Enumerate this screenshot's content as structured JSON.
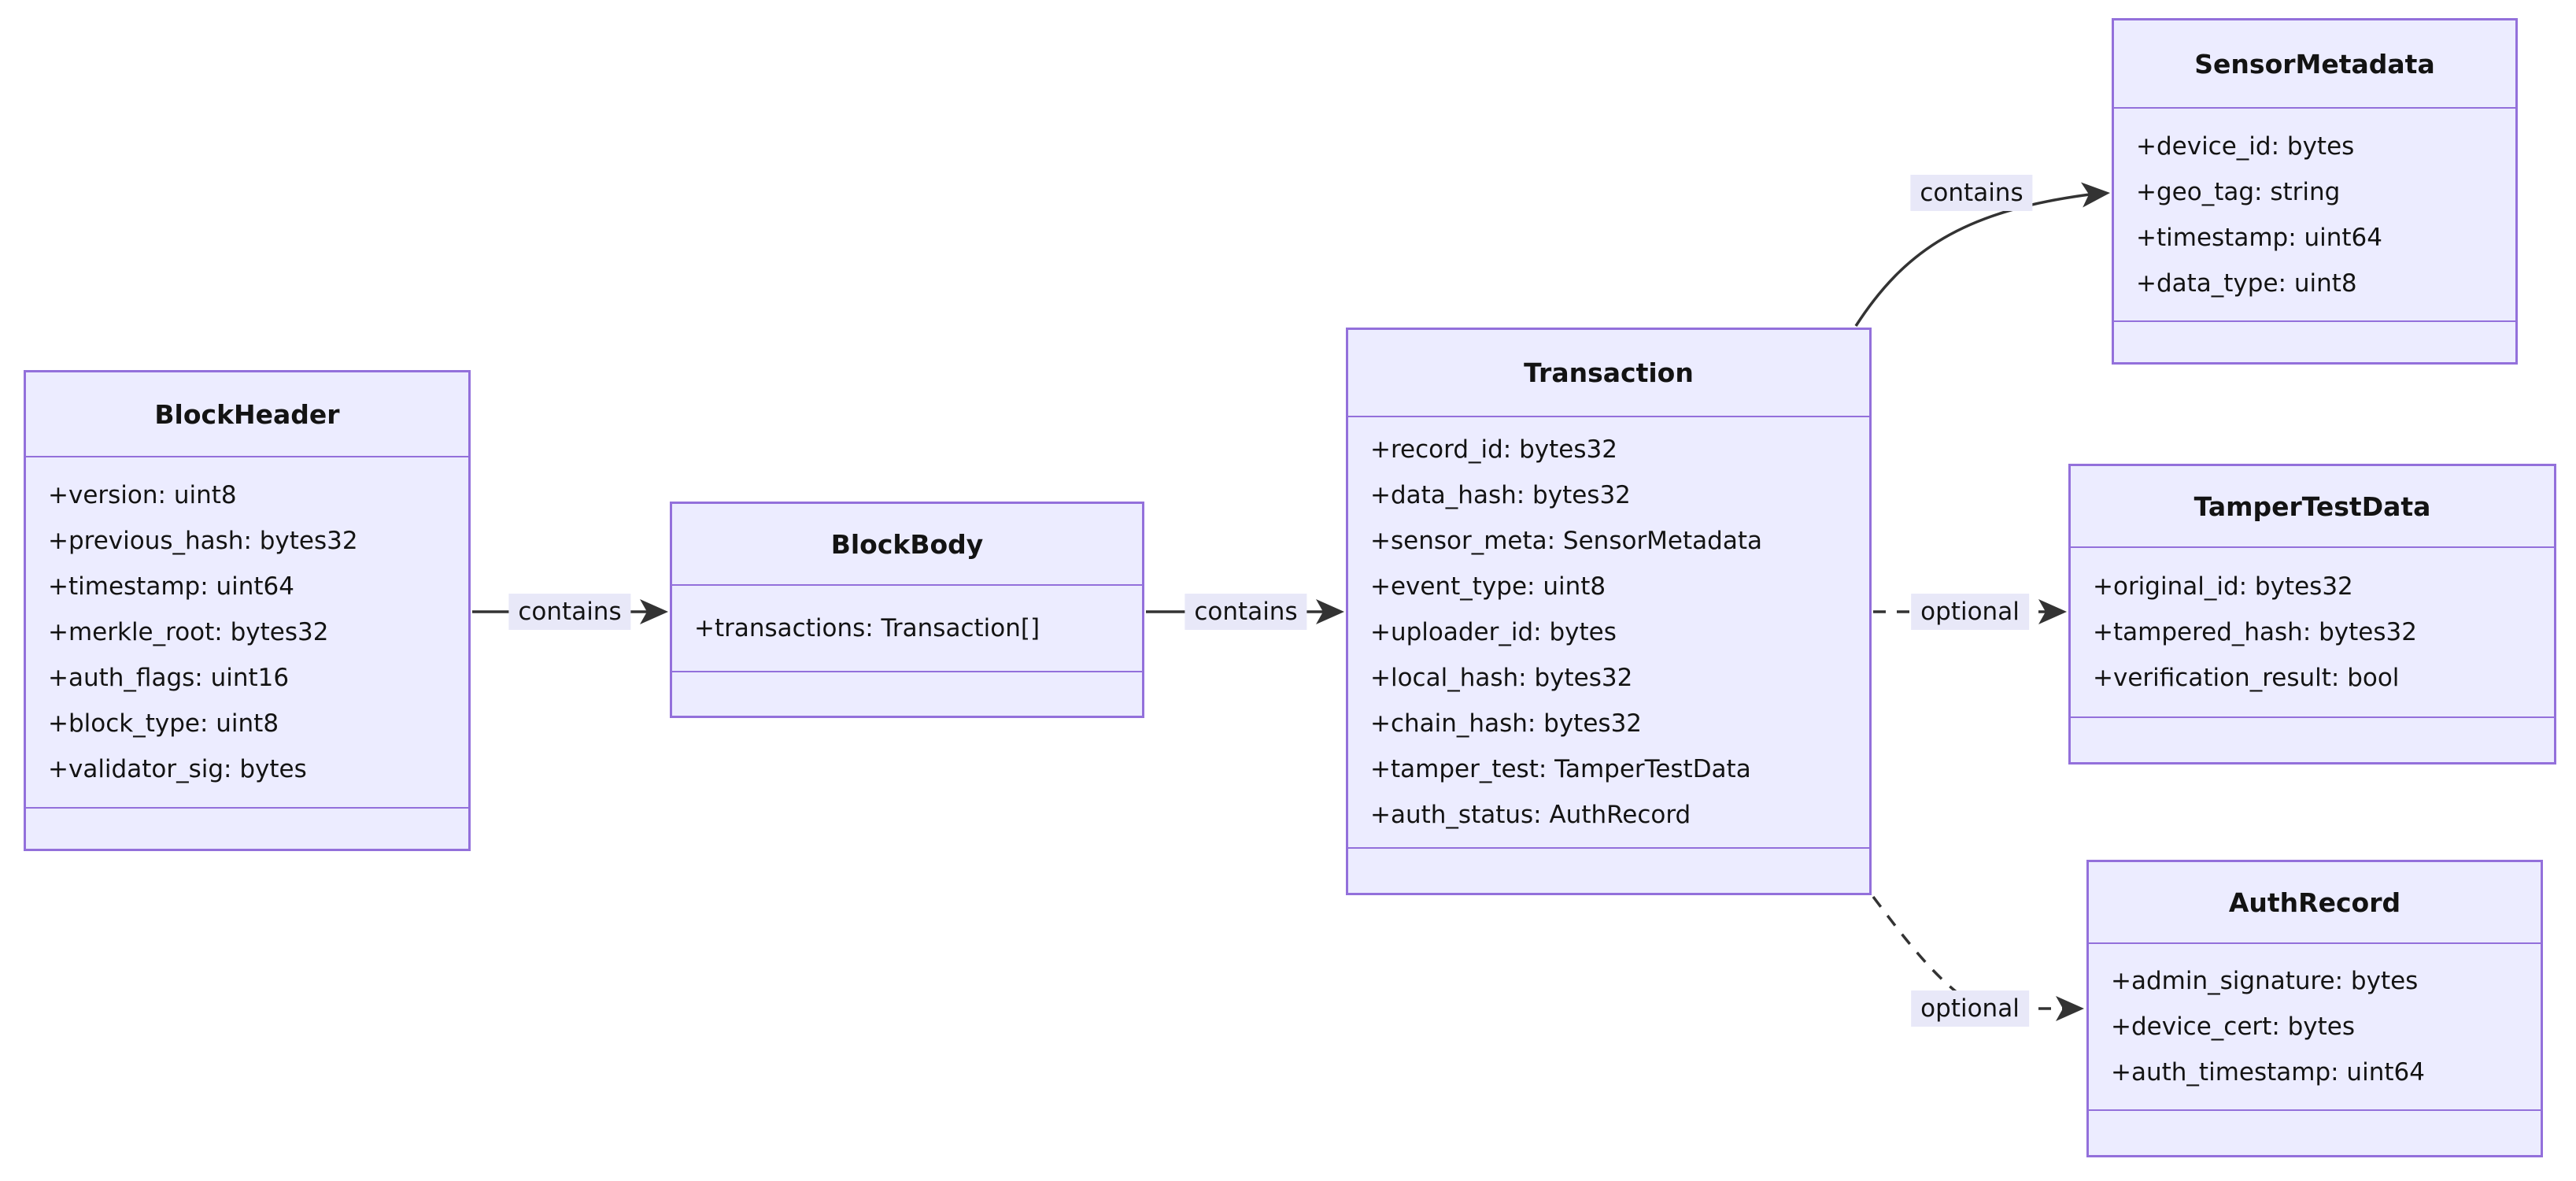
{
  "diagram": {
    "type": "uml-class-diagram",
    "classes": [
      {
        "name": "BlockHeader",
        "attributes": [
          "+version: uint8",
          "+previous_hash: bytes32",
          "+timestamp: uint64",
          "+merkle_root: bytes32",
          "+auth_flags: uint16",
          "+block_type: uint8",
          "+validator_sig: bytes"
        ]
      },
      {
        "name": "BlockBody",
        "attributes": [
          "+transactions: Transaction[]"
        ]
      },
      {
        "name": "Transaction",
        "attributes": [
          "+record_id: bytes32",
          "+data_hash: bytes32",
          "+sensor_meta: SensorMetadata",
          "+event_type: uint8",
          "+uploader_id: bytes",
          "+local_hash: bytes32",
          "+chain_hash: bytes32",
          "+tamper_test: TamperTestData",
          "+auth_status: AuthRecord"
        ]
      },
      {
        "name": "SensorMetadata",
        "attributes": [
          "+device_id: bytes",
          "+geo_tag: string",
          "+timestamp: uint64",
          "+data_type: uint8"
        ]
      },
      {
        "name": "TamperTestData",
        "attributes": [
          "+original_id: bytes32",
          "+tampered_hash: bytes32",
          "+verification_result: bool"
        ]
      },
      {
        "name": "AuthRecord",
        "attributes": [
          "+admin_signature: bytes",
          "+device_cert: bytes",
          "+auth_timestamp: uint64"
        ]
      }
    ],
    "edges": [
      {
        "from": "BlockHeader",
        "to": "BlockBody",
        "label": "contains",
        "style": "solid"
      },
      {
        "from": "BlockBody",
        "to": "Transaction",
        "label": "contains",
        "style": "solid"
      },
      {
        "from": "Transaction",
        "to": "SensorMetadata",
        "label": "contains",
        "style": "solid"
      },
      {
        "from": "Transaction",
        "to": "TamperTestData",
        "label": "optional",
        "style": "dashed"
      },
      {
        "from": "Transaction",
        "to": "AuthRecord",
        "label": "optional",
        "style": "dashed"
      }
    ],
    "colors": {
      "class_fill": "#ECECFF",
      "class_border": "#9370DB",
      "edge_line": "#333333",
      "edge_label_bg": "#E8E8F8",
      "text": "#131313",
      "background": "#FFFFFF"
    }
  }
}
